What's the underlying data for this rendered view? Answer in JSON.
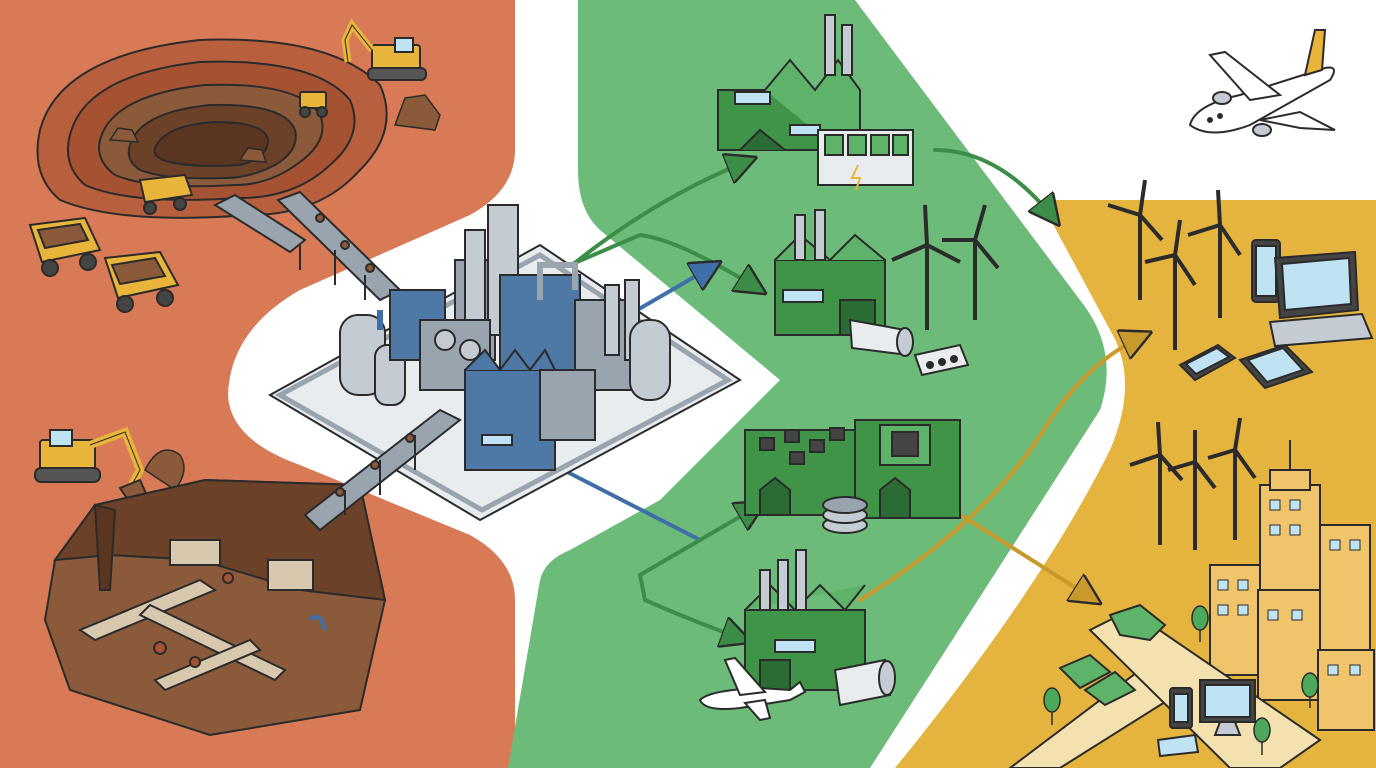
{
  "diagram": {
    "kind": "supply-chain-illustration",
    "zones": [
      {
        "name": "extraction",
        "color": "#D97A56"
      },
      {
        "name": "processing",
        "color": "#FFFFFF"
      },
      {
        "name": "manufacturing",
        "color": "#6DBB79"
      },
      {
        "name": "end-use",
        "color": "#E4B43E"
      }
    ],
    "colors": {
      "outline": "#2B2B2B",
      "dirt": "#8B5A3A",
      "dirt_dark": "#6B4128",
      "machinery": "#E8B43A",
      "factory_green": "#3F9447",
      "factory_green_light": "#5DB468",
      "steel": "#9AA4AE",
      "steel_light": "#C4CBD2",
      "steel_blue": "#4E79A7",
      "arrow_green": "#3C8D48",
      "arrow_blue": "#3F6FA8",
      "arrow_gold": "#C89A2C",
      "screen": "#BFE3F2",
      "building": "#F0C46A",
      "tree": "#4CA85A"
    },
    "icons": [
      "open-pit-mine-icon",
      "excavator-icon",
      "haul-truck-icon",
      "wheel-loader-icon",
      "conveyor-icon",
      "underground-mine-icon",
      "refinery-icon",
      "factory-icon",
      "battery-icon",
      "wind-turbine-icon",
      "magnet-icon",
      "chip-icon",
      "wafer-icon",
      "airplane-icon",
      "jet-engine-icon",
      "laptop-icon",
      "tablet-icon",
      "phone-icon",
      "monitor-icon",
      "car-icon",
      "city-icon",
      "tree-icon"
    ]
  }
}
